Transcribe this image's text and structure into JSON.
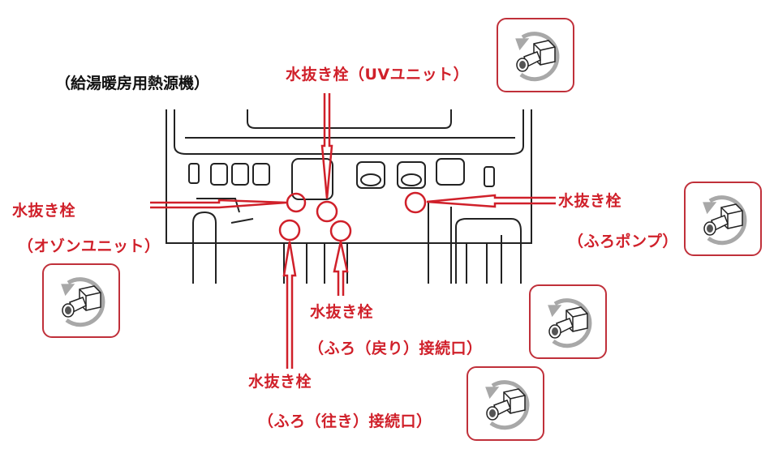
{
  "title": "（給湯暖房用熱源機）",
  "labels": {
    "uv": "水抜き栓（UVユニット）",
    "ozone_1": "水抜き栓",
    "ozone_2": "（オゾンユニット）",
    "pump_1": "水抜き栓",
    "pump_2": "（ふろポンプ）",
    "return_1": "水抜き栓",
    "return_2": "（ふろ（戻り）接続口）",
    "outgo_1": "水抜き栓",
    "outgo_2": "（ふろ（往き）接続口）"
  },
  "colors": {
    "accent": "#d0202a",
    "icon_border": "#c0303a",
    "rotate_arrow": "#a8a8a8"
  }
}
